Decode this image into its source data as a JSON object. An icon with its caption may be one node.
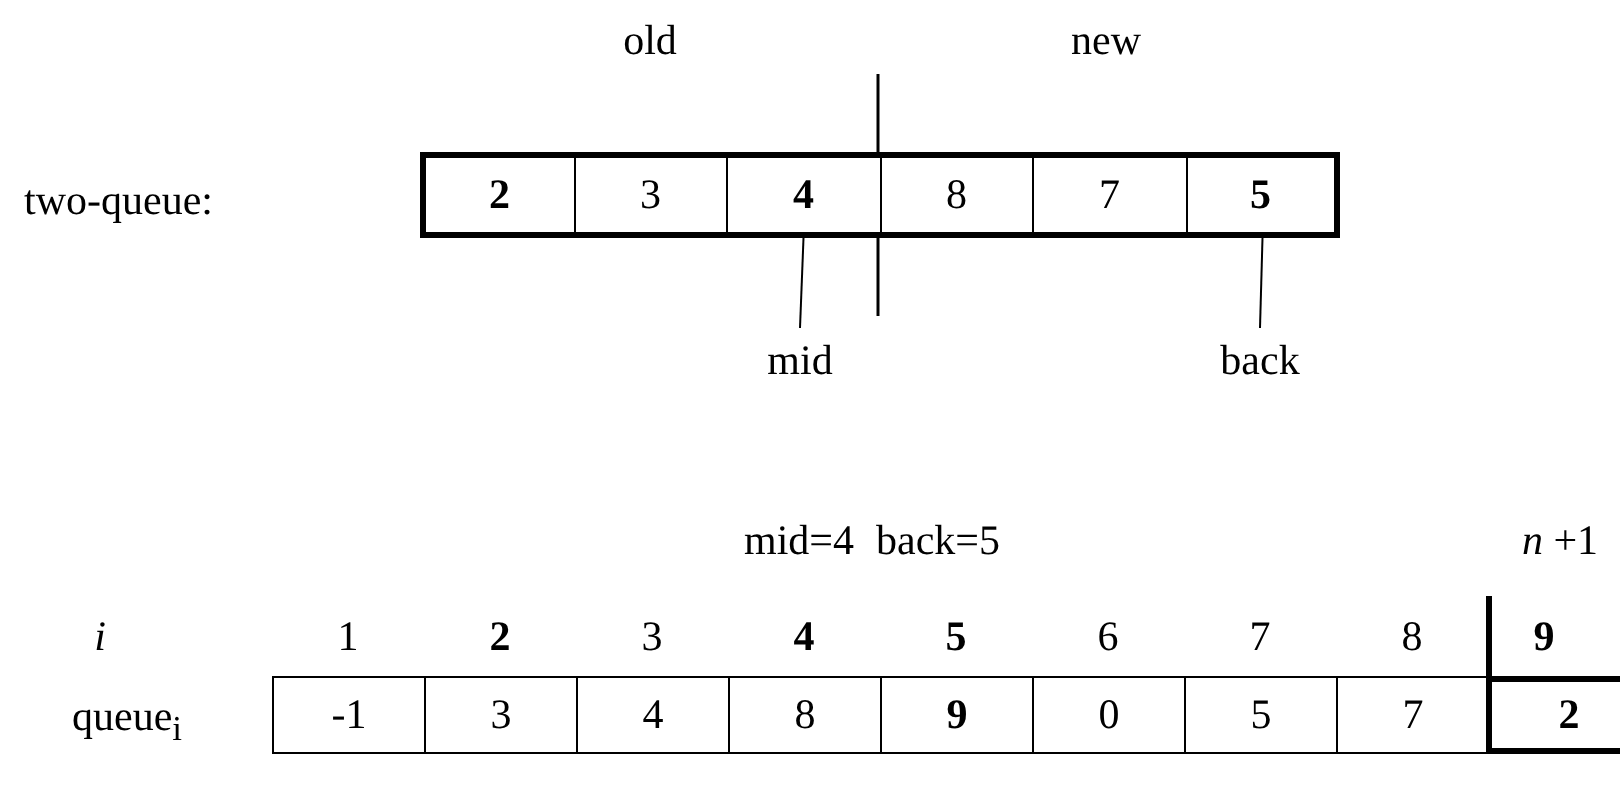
{
  "diagram": {
    "nodes": [
      {
        "text": [
          "**2**"
        ]
      },
      {
        "text": [
          "3"
        ]
      },
      {
        "text": [
          "**4**"
        ]
      },
      {
        "text": [
          "8"
        ]
      },
      {
        "text": [
          "7"
        ]
      },
      {
        "text": [
          "**5**"
        ]
      },
      {
        "text": [
          "mid"
        ]
      },
      {
        "text": [
          "back"
        ]
      },
      {
        "text": [
          "-1"
        ]
      },
      {
        "text": [
          "3"
        ]
      },
      {
        "text": [
          "4"
        ]
      },
      {
        "text": [
          "8"
        ]
      },
      {
        "text": [
          "**9**"
        ]
      },
      {
        "text": [
          "0"
        ]
      },
      {
        "text": [
          "5"
        ]
      },
      {
        "text": [
          "7"
        ]
      },
      {
        "text": [
          "**2**"
        ]
      }
    ],
    "edges": [
      {
        "from": 6,
        "to": 2,
        "arrow": "none"
      },
      {
        "from": 7,
        "to": 5,
        "arrow": "none"
      }
    ],
    "labels": [
      "old",
      "new",
      "two-queue:",
      "mid=4",
      "back=5",
      "*n* +1",
      "*i*",
      "1",
      "**2**",
      "3",
      "**4**",
      "**5**",
      "6",
      "7",
      "8",
      "**9**",
      "queue$_{i}$"
    ]
  }
}
